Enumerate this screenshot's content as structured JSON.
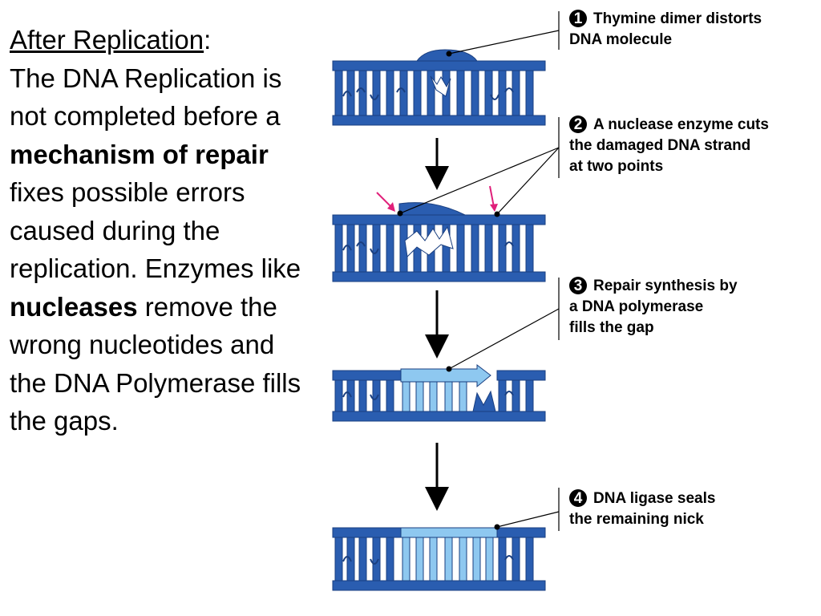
{
  "text_block": {
    "heading": "After Replication",
    "heading_suffix": ":",
    "segments": [
      {
        "text": "The DNA Replication is not completed before a ",
        "bold": false
      },
      {
        "text": "mechanism of repair",
        "bold": true
      },
      {
        "text": " fixes possible errors caused during the replication. Enzymes like ",
        "bold": false
      },
      {
        "text": "nucleases",
        "bold": true
      },
      {
        "text": " remove the wrong nucleotides and the DNA Polymerase fills the gaps.",
        "bold": false
      }
    ]
  },
  "steps": [
    {
      "number": "1",
      "lines": [
        "Thymine dimer distorts",
        "DNA molecule"
      ]
    },
    {
      "number": "2",
      "lines": [
        "A nuclease enzyme cuts",
        "the damaged DNA strand",
        "at two points"
      ]
    },
    {
      "number": "3",
      "lines": [
        "Repair synthesis by",
        "a DNA polymerase",
        "fills the gap"
      ]
    },
    {
      "number": "4",
      "lines": [
        "DNA ligase seals",
        "the remaining nick"
      ]
    }
  ],
  "colors": {
    "dna_strand": "#2a5db0",
    "dna_outline": "#1a3f80",
    "new_dna": "#8ec8f0",
    "cut_arrow": "#e0207a",
    "flow_arrow": "#000000"
  }
}
